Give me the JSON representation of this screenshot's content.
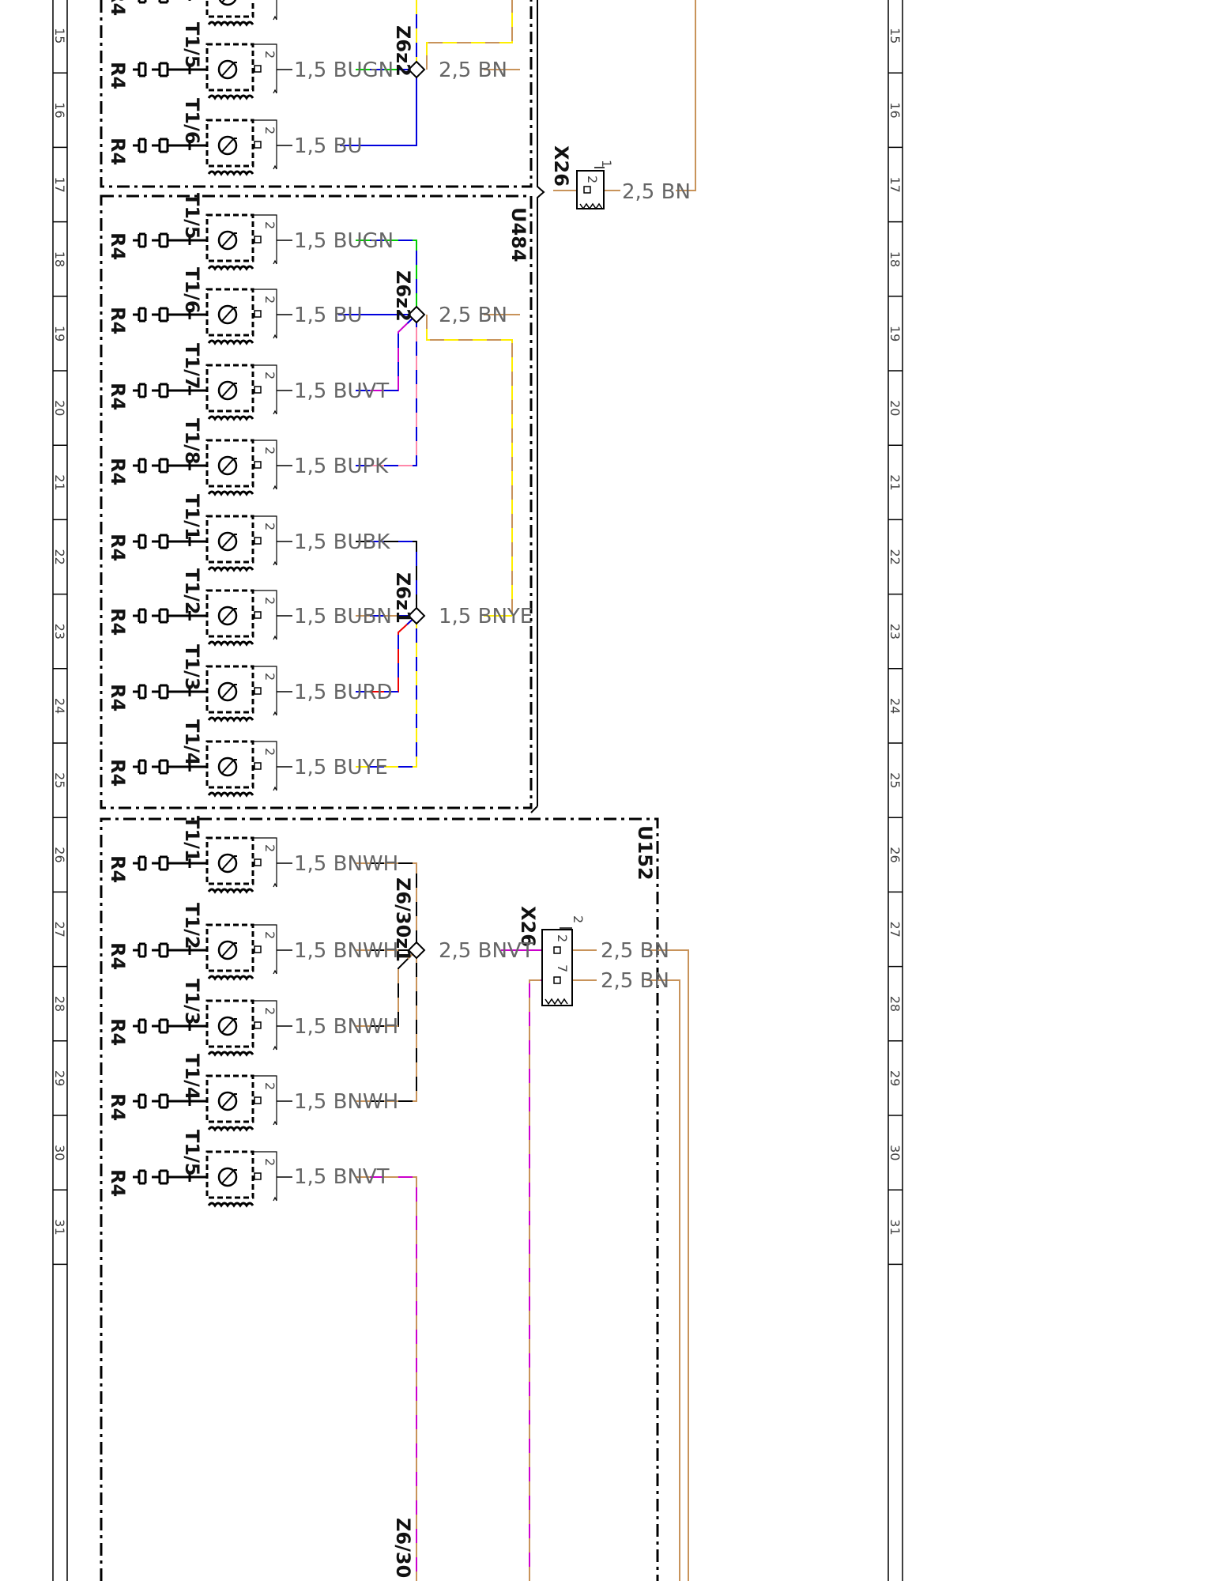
{
  "diagram": {
    "row_numbers": [
      "15",
      "16",
      "17",
      "18",
      "19",
      "20",
      "21",
      "22",
      "23",
      "24",
      "25",
      "26",
      "27",
      "28",
      "29",
      "30",
      "31"
    ],
    "unit_labels": {
      "top": "U484",
      "bottom": "U152"
    },
    "ground_label": "R4",
    "splices": [
      "Z6z2",
      "Z6z2",
      "Z6z1",
      "Z6/30z1",
      "Z6/30"
    ],
    "connectors": [
      {
        "name": "X26",
        "pins": [
          "1",
          "2"
        ],
        "wires": [
          "2,5 BN"
        ]
      },
      {
        "name": "X26",
        "pins": [
          "2",
          "2",
          "7"
        ],
        "wires": [
          "2,5 BN",
          "2,5 BN"
        ]
      }
    ],
    "pins": [
      "T1/5",
      "T1/6",
      "T1/5",
      "T1/6",
      "T1/7",
      "T1/8",
      "T1/1",
      "T1/2",
      "T1/3",
      "T1/4",
      "T1/1",
      "T1/2",
      "T1/3",
      "T1/4",
      "T1/5"
    ],
    "wire_labels": {
      "r15": "1,5 BUGN",
      "r16": "1,5 BU",
      "r15b": "2,5 BN",
      "r17": "2,5 BN",
      "r18": "1,5 BUGN",
      "r19": "1,5 BU",
      "r19b": "2,5 BN",
      "r20": "1,5 BUVT",
      "r21": "1,5 BUPK",
      "r22": "1,5 BUBK",
      "r23": "1,5 BUBN",
      "r23b": "1,5 BNYE",
      "r24": "1,5 BURD",
      "r25": "1,5 BUYE",
      "r26": "1,5 BNWH",
      "r27": "1,5 BNWH",
      "r27b": "2,5 BNVT",
      "r27c": "2,5 BN",
      "r28": "1,5 BNWH",
      "r28c": "2,5 BN",
      "r29": "1,5 BNWH",
      "r30": "1,5 BNVT"
    },
    "wire_colors": {
      "BU": "#0000dd",
      "GN": "#00cc00",
      "BN": "#c8935a",
      "YE": "#ffee00",
      "VT": "#cc00cc",
      "PK": "#ff88aa",
      "BK": "#000000",
      "RD": "#ee0000",
      "WH": "#ffffff"
    }
  }
}
